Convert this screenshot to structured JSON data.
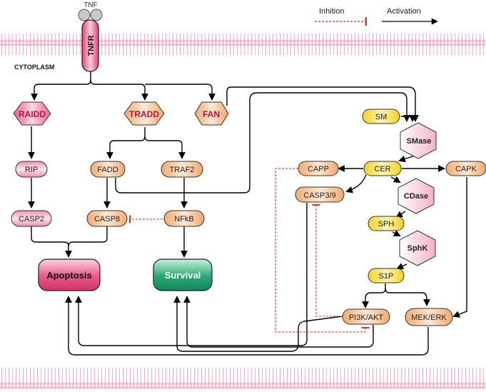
{
  "legend": {
    "inhibition": "Inhition",
    "activation": "Activation"
  },
  "labels": {
    "tnf": "TNF",
    "tnfr": "TNFR",
    "cytoplasm": "CYTOPLASM"
  },
  "nodes": {
    "raidd": "RAIDD",
    "tradd": "TRADD",
    "fan": "FAN",
    "sm": "SM",
    "smase": "SMase",
    "rip": "RIP",
    "fadd": "FADD",
    "traf2": "TRAF2",
    "capp": "CAPP",
    "cer": "CER",
    "capk": "CAPK",
    "casp39": "CASP3/9",
    "cdase": "CDase",
    "casp2": "CASP2",
    "casp8": "CASP8",
    "nfkb": "NFkB",
    "sph": "SPH",
    "sphk": "SphK",
    "apoptosis": "Apoptosis",
    "survival": "Survival",
    "s1p": "S1P",
    "pi3kakt": "PI3K/AKT",
    "mekerk": "MEK/ERK"
  },
  "colors": {
    "activation": "#000000",
    "inhibition": "#e0301e",
    "pink_node": "#f2a8c0",
    "orange_node": "#f6c9a0",
    "yellow_node": "#f5df4a",
    "apoptosis_fill": "#e0457a",
    "survival_fill": "#1f9c6a",
    "membrane": "#f4b0c8"
  }
}
